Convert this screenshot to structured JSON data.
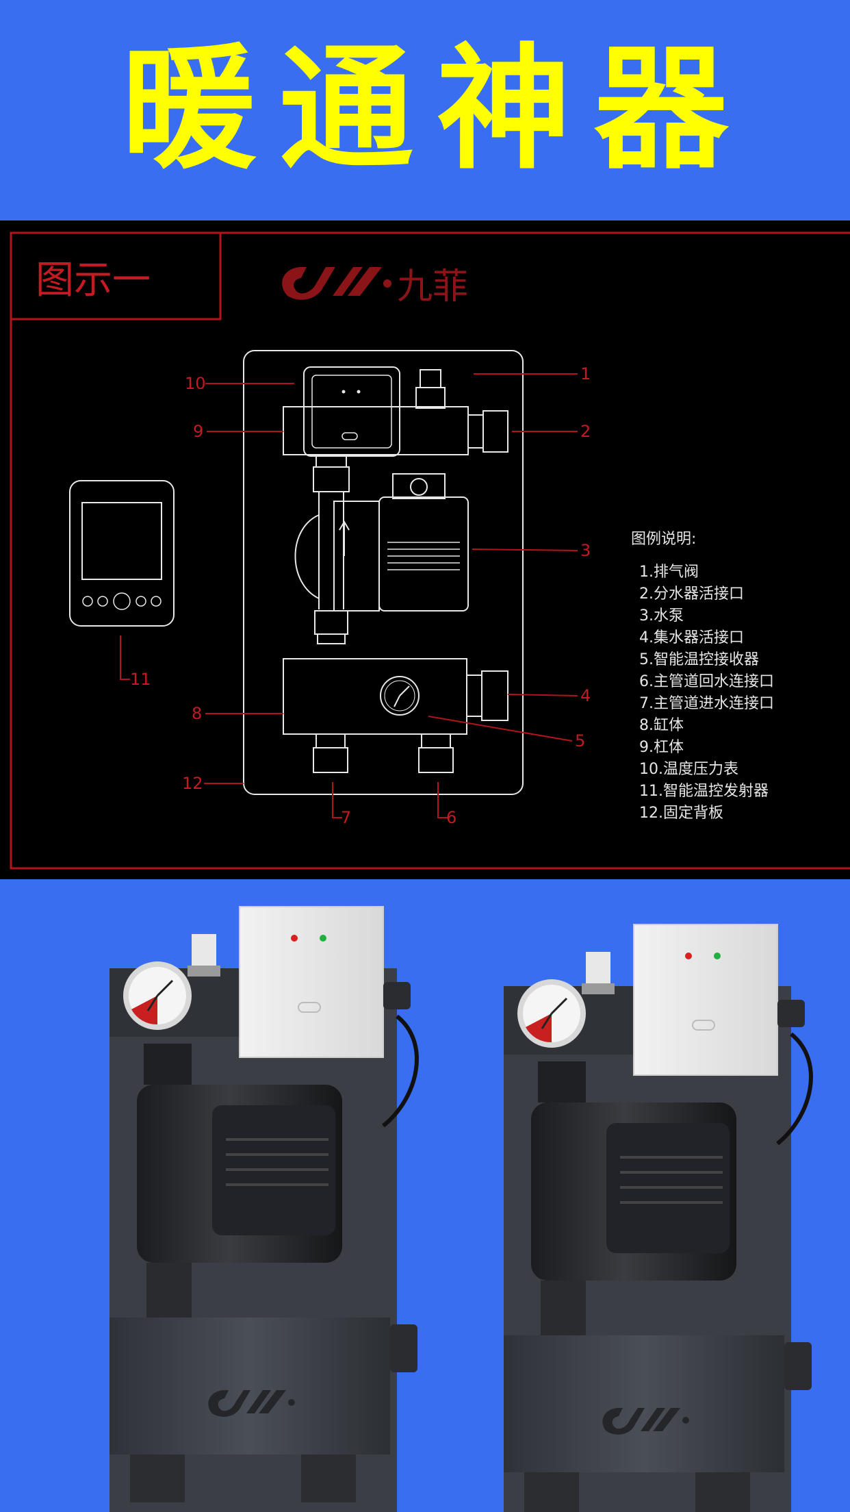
{
  "header": {
    "title": "暖通神器"
  },
  "diagram": {
    "figure_label": "图示一",
    "brand_name": "九菲",
    "callouts": [
      "1",
      "2",
      "3",
      "4",
      "5",
      "6",
      "7",
      "8",
      "9",
      "10",
      "11",
      "12"
    ],
    "legend_heading": "图例说明:",
    "legend_items": [
      "1.排气阀",
      "2.分水器活接口",
      "3.水泵",
      "4.集水器活接口",
      "5.智能温控接收器",
      "6.主管道回水连接口",
      "7.主管道进水连接口",
      "8.缸体",
      "9.杠体",
      "10.温度压力表",
      "11.智能温控发射器",
      "12.固定背板"
    ]
  },
  "colors": {
    "background_blue": "#3a6ef0",
    "title_yellow": "#ffff00",
    "diagram_red": "#b3141c",
    "diagram_line": "#e8e8e8",
    "unit_gray": "#3f4248"
  }
}
